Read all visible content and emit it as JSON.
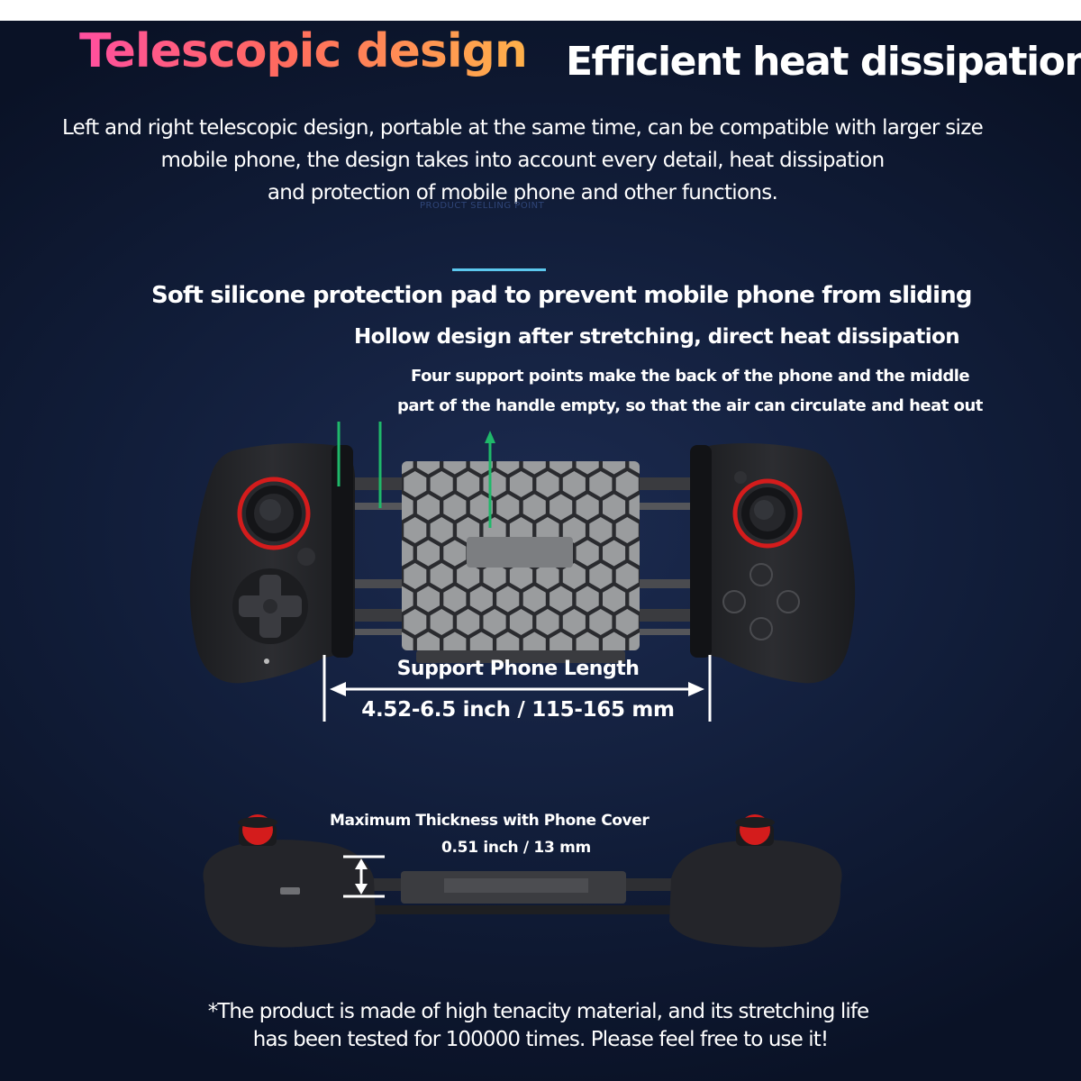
{
  "header": {
    "title_accent": "Telescopic design",
    "title_main": "Efficient heat dissipation",
    "intro_lines": [
      "Left and right telescopic design, portable at the same time, can be compatible with larger size",
      "mobile phone, the design takes into account every detail, heat dissipation",
      "and protection of mobile phone and other functions."
    ],
    "watermark": "PRODUCT SELLING POINT"
  },
  "features": {
    "pad": "Soft silicone protection pad to prevent mobile phone from sliding",
    "hollow": "Hollow design after stretching, direct heat dissipation",
    "support_lines": [
      "Four support points make the back of the phone and the middle",
      "part of the handle empty, so that the air can circulate and heat out"
    ]
  },
  "length_spec": {
    "caption": "Support Phone Length",
    "value": "4.52-6.5 inch / 115-165 mm"
  },
  "thickness_spec": {
    "caption": "Maximum Thickness with Phone Cover",
    "value": "0.51 inch / 13 mm"
  },
  "note_lines": [
    "*The product is made of high tenacity material, and its stretching life",
    "has been tested for 100000 times. Please feel free to use it!"
  ],
  "colors": {
    "background": "#111d39",
    "accent_rule": "#5cc8ee",
    "callout_arrow": "#1fb86a",
    "joystick_ring": "#d41c1c",
    "controller_body": "#232427",
    "honeycomb_cell": "#9a9c9e"
  }
}
